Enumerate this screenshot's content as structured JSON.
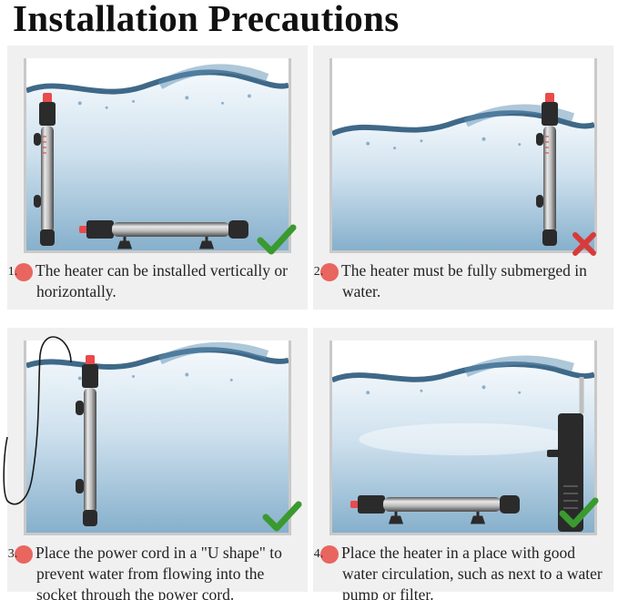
{
  "title": "Installation Precautions",
  "panels": [
    {
      "number": "1.",
      "text": "The heater can be installed vertically or horizontally.",
      "status": "correct"
    },
    {
      "number": "2.",
      "text": "The heater must be fully submerged in water.",
      "status": "wrong"
    },
    {
      "number": "3.",
      "text": "Place the power cord in a \"U shape\" to prevent water from flowing into the socket through the power cord.",
      "status": "correct"
    },
    {
      "number": "4.",
      "text": "Place the heater in a place with good water circulation, such as next to a water pump or filter.",
      "status": "correct"
    }
  ],
  "colors": {
    "water_top": "#ffffff",
    "water_bottom": "#8db6d1",
    "wave": "#1e4f73",
    "check": "#3a9a2f",
    "cross": "#d83a3a",
    "number_badge": "#e8665f"
  },
  "icons": [
    "check-icon",
    "cross-icon",
    "heater-icon",
    "filter-pump-icon",
    "power-cord-icon"
  ]
}
